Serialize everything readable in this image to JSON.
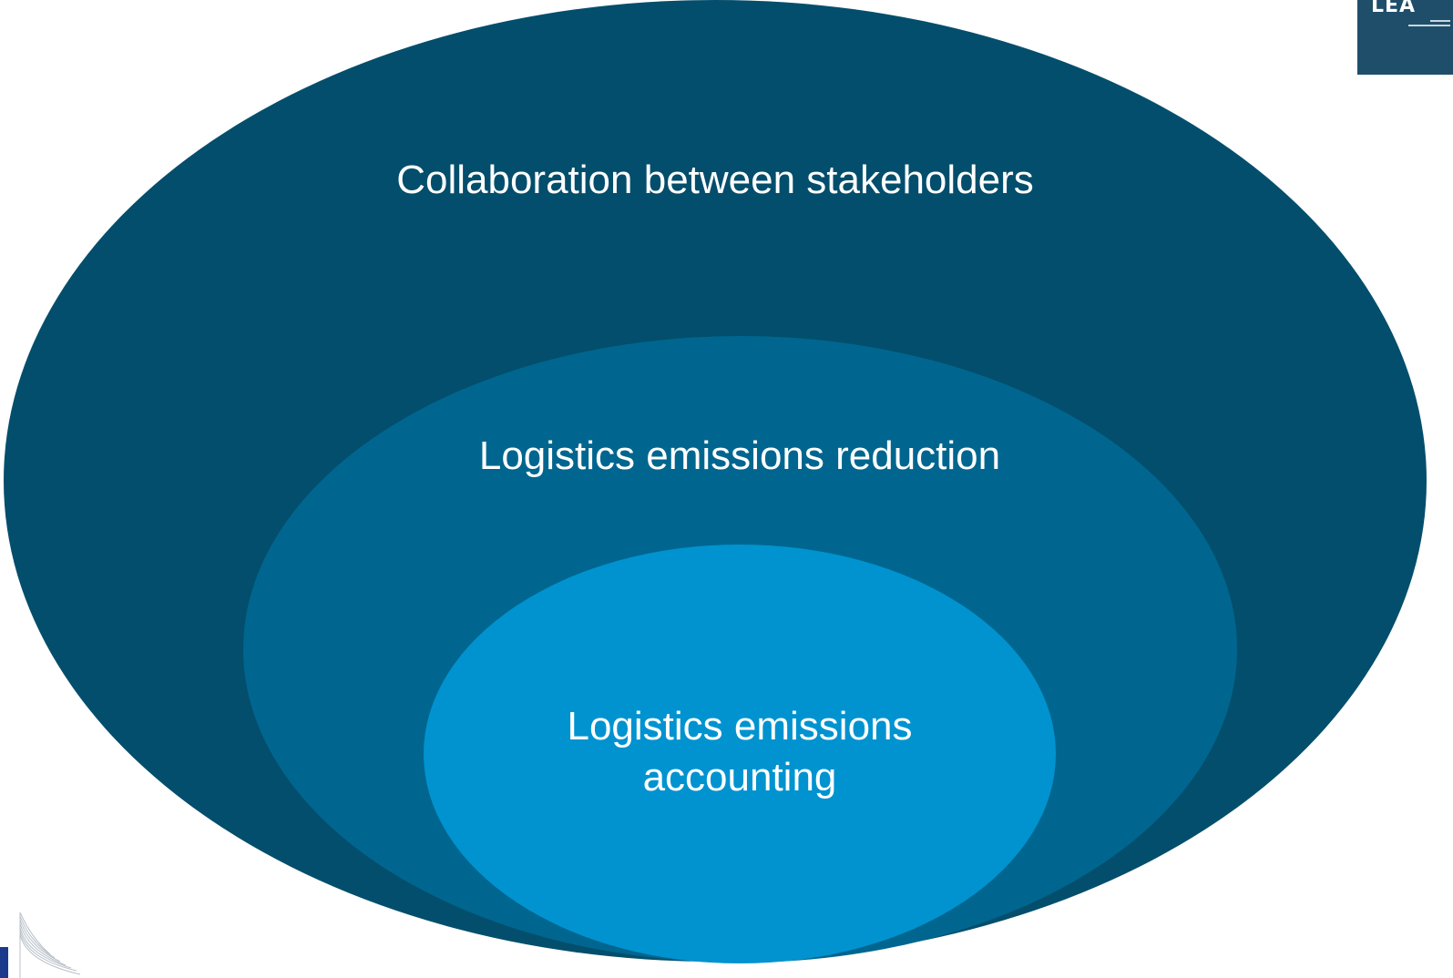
{
  "diagram": {
    "type": "nested-ellipses",
    "levels": [
      {
        "label": "Collaboration between stakeholders",
        "color": "#034e6c"
      },
      {
        "label": "Logistics emissions reduction",
        "color": "#00668f"
      },
      {
        "label_lines": [
          "Logistics emissions",
          "accounting"
        ],
        "color": "#0093d0"
      }
    ]
  },
  "logo": {
    "text": "LEA",
    "background": "#1f4e6b"
  },
  "colors": {
    "text": "#ffffff",
    "background": "#ffffff"
  }
}
